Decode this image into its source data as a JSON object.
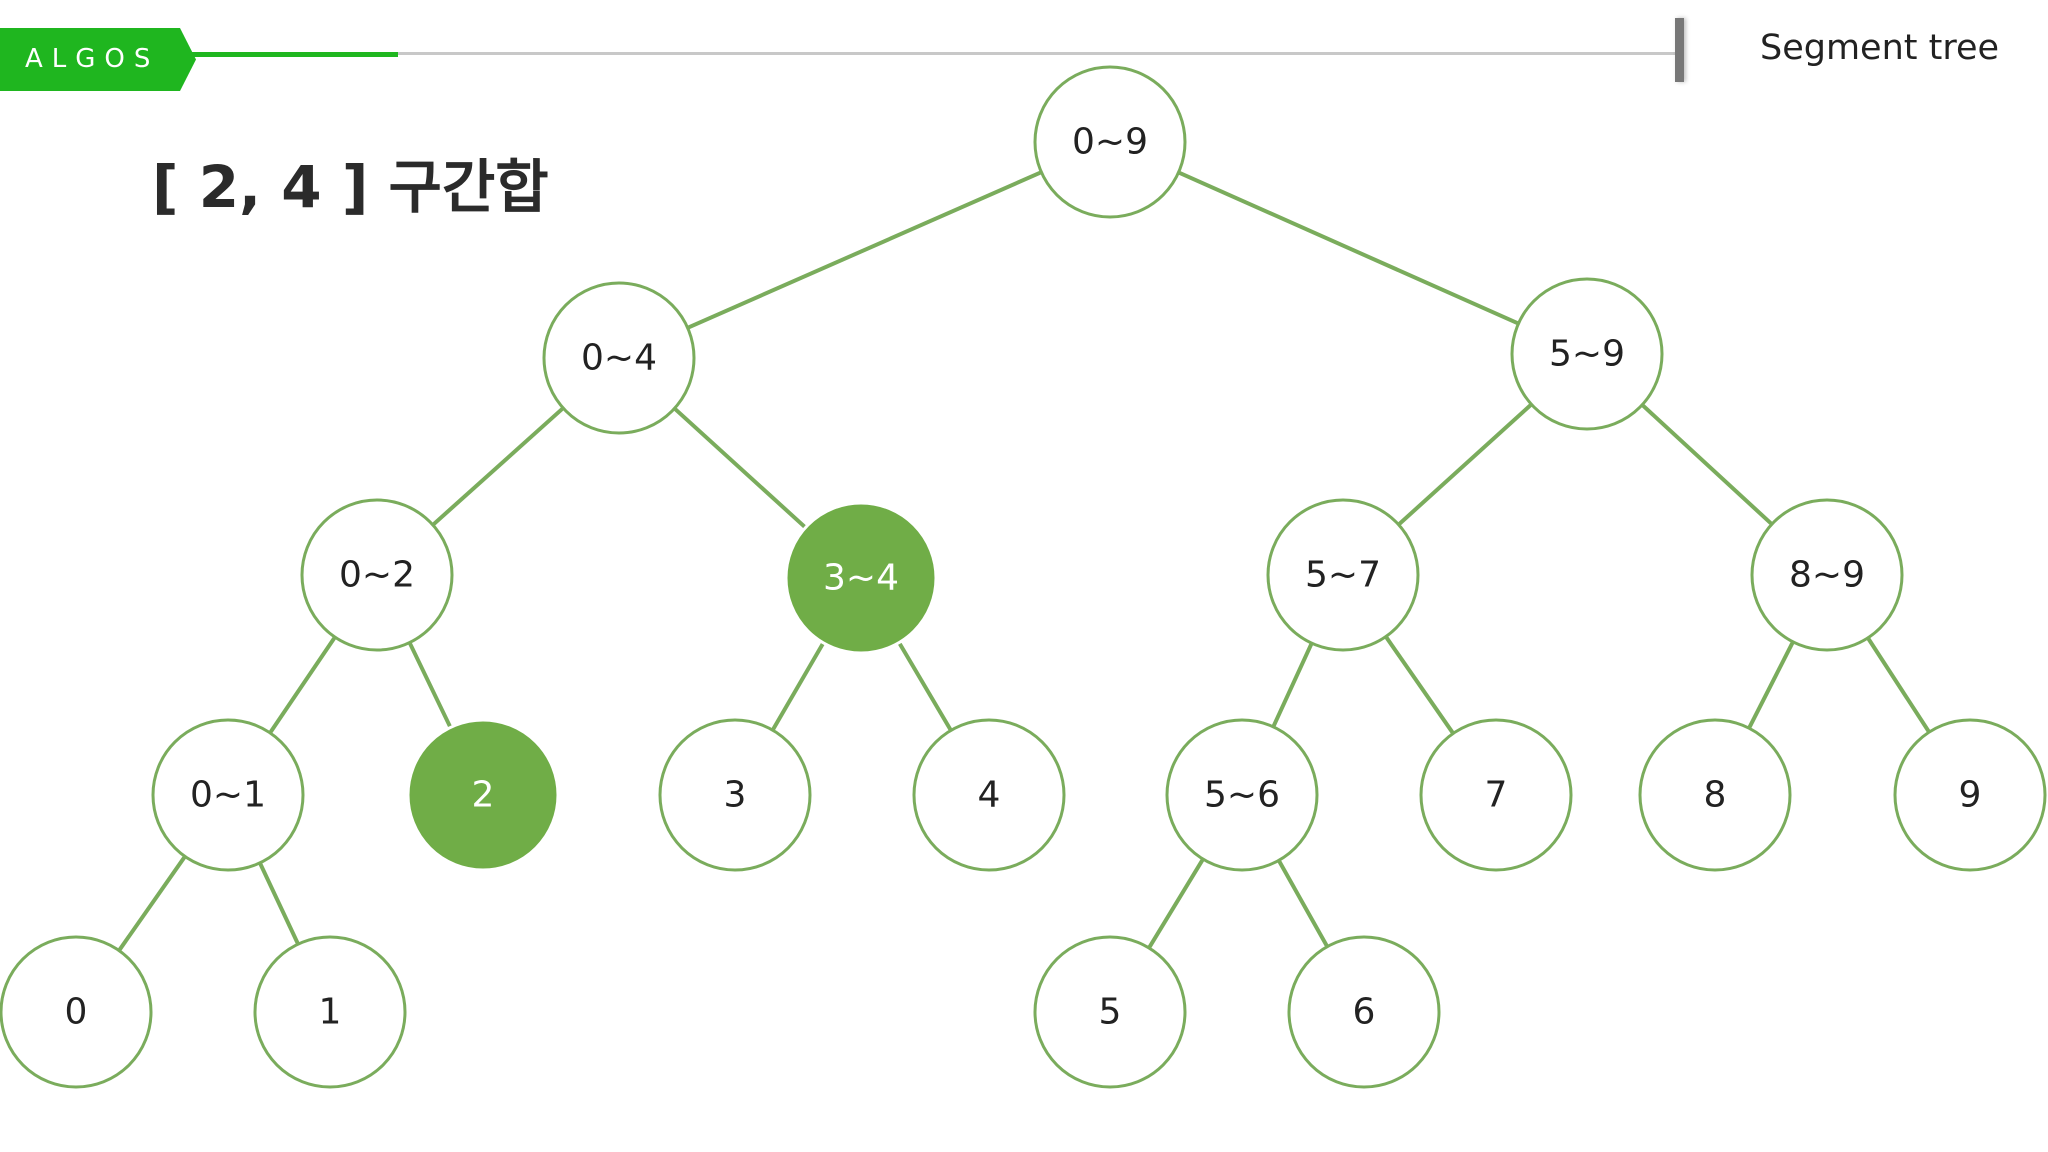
{
  "header": {
    "brand": "ALGOS",
    "title": "Segment tree"
  },
  "slide": {
    "title": "[ 2, 4 ] 구간합"
  },
  "colors": {
    "brand_green": "#1fb61f",
    "edge_green": "#7aac5c",
    "highlight_fill": "#70ad47",
    "node_border": "#7aac5c"
  },
  "tree": {
    "nodes": [
      {
        "id": "n0_9",
        "label": "0~9",
        "highlighted": false
      },
      {
        "id": "n0_4",
        "label": "0~4",
        "highlighted": false
      },
      {
        "id": "n5_9",
        "label": "5~9",
        "highlighted": false
      },
      {
        "id": "n0_2",
        "label": "0~2",
        "highlighted": false
      },
      {
        "id": "n3_4",
        "label": "3~4",
        "highlighted": true
      },
      {
        "id": "n5_7",
        "label": "5~7",
        "highlighted": false
      },
      {
        "id": "n8_9",
        "label": "8~9",
        "highlighted": false
      },
      {
        "id": "n0_1",
        "label": "0~1",
        "highlighted": false
      },
      {
        "id": "n2",
        "label": "2",
        "highlighted": true
      },
      {
        "id": "n3",
        "label": "3",
        "highlighted": false
      },
      {
        "id": "n4",
        "label": "4",
        "highlighted": false
      },
      {
        "id": "n5_6",
        "label": "5~6",
        "highlighted": false
      },
      {
        "id": "n7",
        "label": "7",
        "highlighted": false
      },
      {
        "id": "n8",
        "label": "8",
        "highlighted": false
      },
      {
        "id": "n9",
        "label": "9",
        "highlighted": false
      },
      {
        "id": "n0",
        "label": "0",
        "highlighted": false
      },
      {
        "id": "n1",
        "label": "1",
        "highlighted": false
      },
      {
        "id": "n5",
        "label": "5",
        "highlighted": false
      },
      {
        "id": "n6",
        "label": "6",
        "highlighted": false
      }
    ],
    "edges": [
      [
        "n0_9",
        "n0_4"
      ],
      [
        "n0_9",
        "n5_9"
      ],
      [
        "n0_4",
        "n0_2"
      ],
      [
        "n0_4",
        "n3_4"
      ],
      [
        "n5_9",
        "n5_7"
      ],
      [
        "n5_9",
        "n8_9"
      ],
      [
        "n0_2",
        "n0_1"
      ],
      [
        "n0_2",
        "n2"
      ],
      [
        "n3_4",
        "n3"
      ],
      [
        "n3_4",
        "n4"
      ],
      [
        "n5_7",
        "n5_6"
      ],
      [
        "n5_7",
        "n7"
      ],
      [
        "n8_9",
        "n8"
      ],
      [
        "n8_9",
        "n9"
      ],
      [
        "n0_1",
        "n0"
      ],
      [
        "n0_1",
        "n1"
      ],
      [
        "n5_6",
        "n5"
      ],
      [
        "n5_6",
        "n6"
      ]
    ]
  }
}
